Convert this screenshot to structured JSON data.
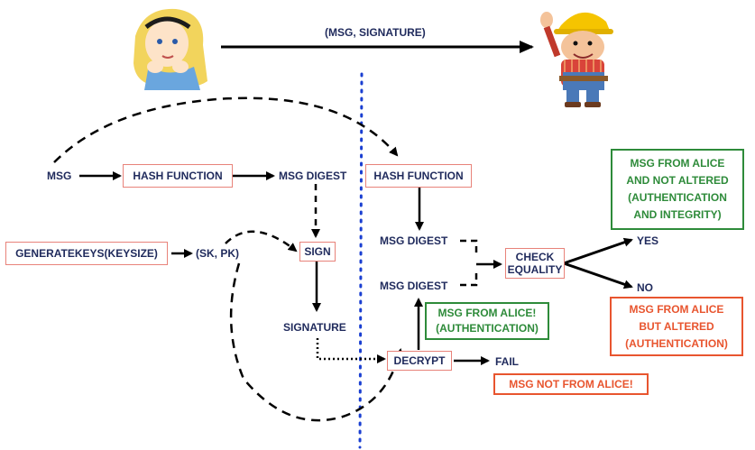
{
  "top": {
    "message_label": "(MSG, SIGNATURE)"
  },
  "characters": {
    "sender_icon": "alice-illustration",
    "receiver_icon": "bob-builder-illustration"
  },
  "alice_side": {
    "msg": "MSG",
    "hash_function": "HASH FUNCTION",
    "msg_digest": "MSG DIGEST",
    "generate_keys": "GENERATEKEYS(KEYSIZE)",
    "key_pair": "(SK, PK)",
    "sign": "SIGN",
    "signature": "SIGNATURE"
  },
  "bob_side": {
    "hash_function": "HASH FUNCTION",
    "msg_digest_1": "MSG DIGEST",
    "msg_digest_2": "MSG DIGEST",
    "check_equality_line1": "CHECK",
    "check_equality_line2": "EQUALITY",
    "decrypt": "DECRYPT",
    "fail": "FAIL",
    "yes": "YES",
    "no": "NO"
  },
  "notes": {
    "auth_integrity": [
      "MSG FROM ALICE",
      "AND NOT ALTERED",
      "(AUTHENTICATION",
      "AND INTEGRITY)"
    ],
    "auth_only": [
      "MSG FROM ALICE!",
      "(AUTHENTICATION)"
    ],
    "altered": [
      "MSG FROM ALICE",
      "BUT ALTERED",
      "(AUTHENTICATION)"
    ],
    "not_from_alice": "MSG NOT FROM ALICE!"
  },
  "colors": {
    "text": "#1f2a5c",
    "box_border": "#e8837a",
    "green": "#2e8b3a",
    "red": "#e8552f",
    "divider": "#1a3fd1"
  }
}
